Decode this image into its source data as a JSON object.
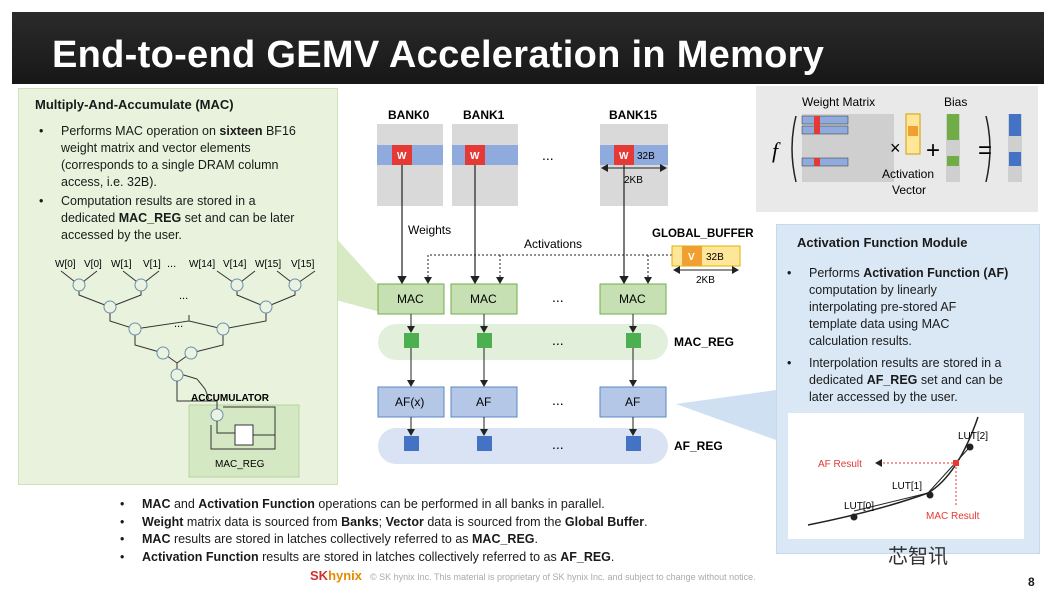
{
  "title": "End-to-end GEMV Acceleration in Memory",
  "mac_panel": {
    "heading": "Multiply-And-Accumulate (MAC)",
    "bullet1": [
      "Performs MAC operation on ",
      "sixteen",
      " BF16",
      "weight matrix and vector elements",
      "(corresponds to a single DRAM column",
      "access, i.e. 32B)."
    ],
    "bullet2": [
      "Computation results are stored in a",
      "dedicated ",
      "MAC_REG",
      " set and can be later",
      "accessed by the user."
    ],
    "tree_inputs_left": [
      "W[0]",
      "V[0]",
      "W[1]",
      "V[1]"
    ],
    "tree_inputs_right": [
      "W[14]",
      "V[14]",
      "W[15]",
      "V[15]"
    ],
    "dots": "...",
    "accumulator": "ACCUMULATOR",
    "mac_reg": "MAC_REG"
  },
  "center": {
    "banks": [
      "BANK0",
      "BANK1",
      "BANK15"
    ],
    "w": "W",
    "bank_size": "32B",
    "bank_width": "2KB",
    "weights_label": "Weights",
    "activations_label": "Activations",
    "global_buffer": "GLOBAL_BUFFER",
    "gb_v": "V",
    "gb_size": "32B",
    "gb_width": "2KB",
    "mac": "MAC",
    "mac_reg_label": "MAC_REG",
    "af_first": "AF(x)",
    "af": "AF",
    "af_reg_label": "AF_REG",
    "dots": "..."
  },
  "equation": {
    "f": "f",
    "weight_matrix": "Weight Matrix",
    "bias": "Bias",
    "activation_vector_1": "Activation",
    "activation_vector_2": "Vector",
    "times": "×",
    "plus": "+",
    "equals": "="
  },
  "af_panel": {
    "heading": "Activation Function Module",
    "bullet1": [
      "Performs ",
      "Activation Function (AF)",
      "computation by linearly",
      "interpolating pre-stored AF",
      "template data using MAC",
      "calculation results."
    ],
    "bullet2": [
      "Interpolation results are stored in a",
      "dedicated ",
      "AF_REG",
      " set and can be",
      "later accessed by the user."
    ],
    "graph": {
      "lut0": "LUT[0]",
      "lut1": "LUT[1]",
      "lut2": "LUT[2]",
      "af_result": "AF Result",
      "mac_result": "MAC Result"
    }
  },
  "notes": [
    [
      {
        "b": "MAC"
      },
      {
        "t": " and "
      },
      {
        "b": "Activation Function"
      },
      {
        "t": " operations can be performed in all banks in parallel."
      }
    ],
    [
      {
        "b": "Weight"
      },
      {
        "t": " matrix data is sourced from "
      },
      {
        "b": "Banks"
      },
      {
        "t": "; "
      },
      {
        "b": "Vector"
      },
      {
        "t": " data is sourced from the "
      },
      {
        "b": "Global Buffer"
      },
      {
        "t": "."
      }
    ],
    [
      {
        "b": "MAC"
      },
      {
        "t": " results are stored in latches collectively referred to as "
      },
      {
        "b": "MAC_REG"
      },
      {
        "t": "."
      }
    ],
    [
      {
        "b": "Activation Function"
      },
      {
        "t": " results are stored in latches collectively referred to as "
      },
      {
        "b": "AF_REG"
      },
      {
        "t": "."
      }
    ]
  ],
  "footer": {
    "brand_sk": "SK",
    "brand_hynix": "hynix",
    "copyright": "© SK hynix Inc. This material is proprietary of SK hynix Inc. and subject to change without notice.",
    "page": "8",
    "watermark": "芯智讯"
  },
  "colors": {
    "title_bg": "#1e1e1e",
    "green_panel": "#e8f2dc",
    "blue_panel": "#dae8f6",
    "mac_box": "#c6e0b4",
    "af_box": "#b4c7e7",
    "accent_red": "#e53935",
    "accent_orange": "#f0a030"
  }
}
